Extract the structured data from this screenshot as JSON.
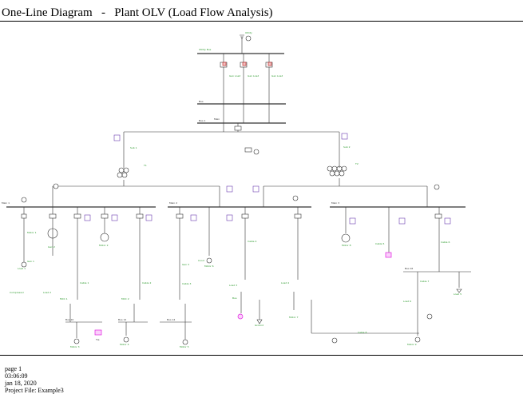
{
  "title": "One-Line Diagram   -   Plant OLV (Load Flow Analysis)",
  "footer": {
    "page": "page 1",
    "time": "03:06:09",
    "date": "jan 18, 2020",
    "project": "Project File: Example3"
  },
  "colors": {
    "line": "#333333",
    "label": "#2e9a2e",
    "relay": "#6a3ab0",
    "load_highlight": "#e020e0",
    "breaker_red": "#c03030"
  },
  "icons": [
    "utility-source-icon",
    "transformer-icon",
    "breaker-icon",
    "relay-icon",
    "motor-icon",
    "generator-icon",
    "load-icon",
    "ground-icon"
  ]
}
